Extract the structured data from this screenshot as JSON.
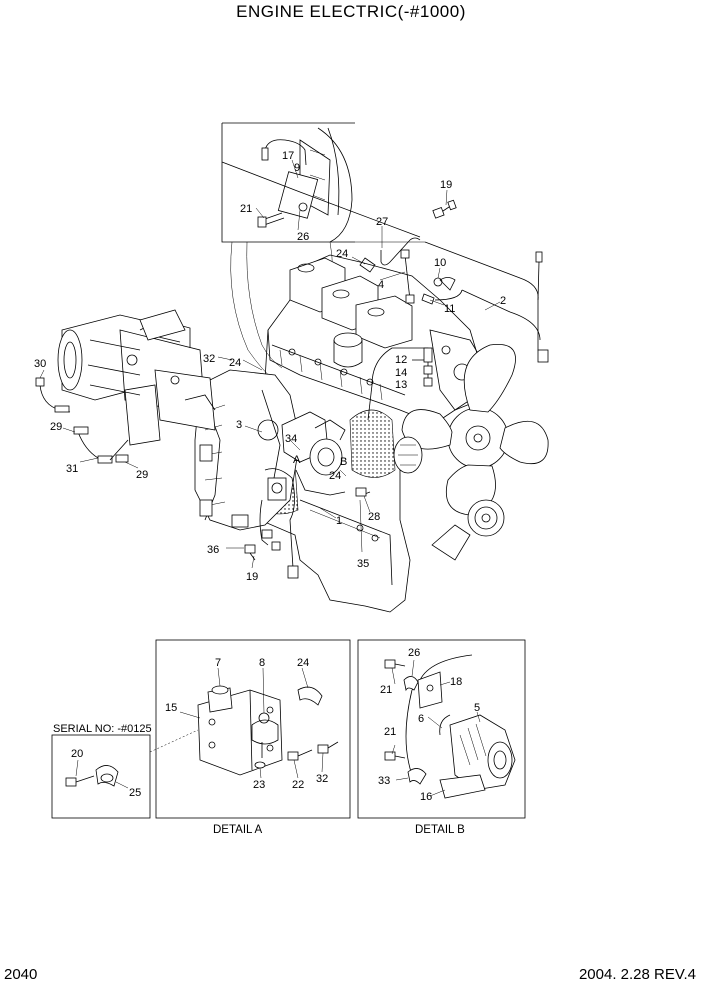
{
  "header": {
    "title": "ENGINE ELECTRIC(-#1000)"
  },
  "footer": {
    "page_number": "2040",
    "date_rev": "2004. 2.28  REV.4"
  },
  "main_view": {
    "labels": [
      "17",
      "9",
      "21",
      "26",
      "19",
      "27",
      "24",
      "4",
      "10",
      "11",
      "2",
      "32",
      "24",
      "12",
      "14",
      "13",
      "30",
      "3",
      "34",
      "A",
      "B",
      "24",
      "29",
      "31",
      "29",
      "28",
      "1",
      "36",
      "19",
      "35"
    ]
  },
  "detail_a": {
    "caption": "DETAIL A",
    "labels": [
      "7",
      "8",
      "24",
      "15",
      "23",
      "22",
      "32"
    ]
  },
  "detail_b": {
    "caption": "DETAIL B",
    "labels": [
      "26",
      "21",
      "18",
      "6",
      "5",
      "21",
      "33",
      "16"
    ]
  },
  "serial_box": {
    "title": "SERIAL NO: -#0125",
    "labels": [
      "20",
      "25"
    ]
  }
}
